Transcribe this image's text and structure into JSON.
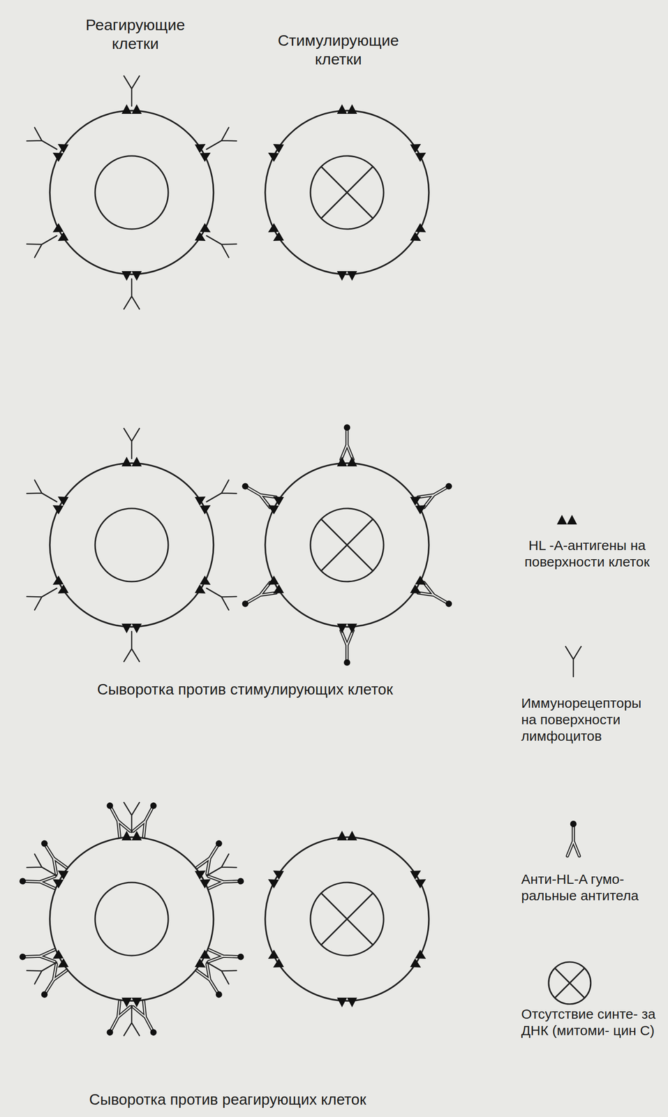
{
  "diagram": {
    "labels": [
      "Реагирующие клетки",
      "Стимулирующие клетки",
      "Сыворотка против стимулирующих клеток",
      "Сыворотка против реагирующих клеток"
    ],
    "legend": [
      {
        "text": "HL -A-антигены на поверхности клеток"
      },
      {
        "text": "Иммунорецепторы на поверхности лимфоцитов"
      },
      {
        "text": "Анти-HL-A гумо- ральные антитела"
      },
      {
        "text": "Отсутствие синте- за ДНК (митоми- цин С)"
      }
    ]
  }
}
